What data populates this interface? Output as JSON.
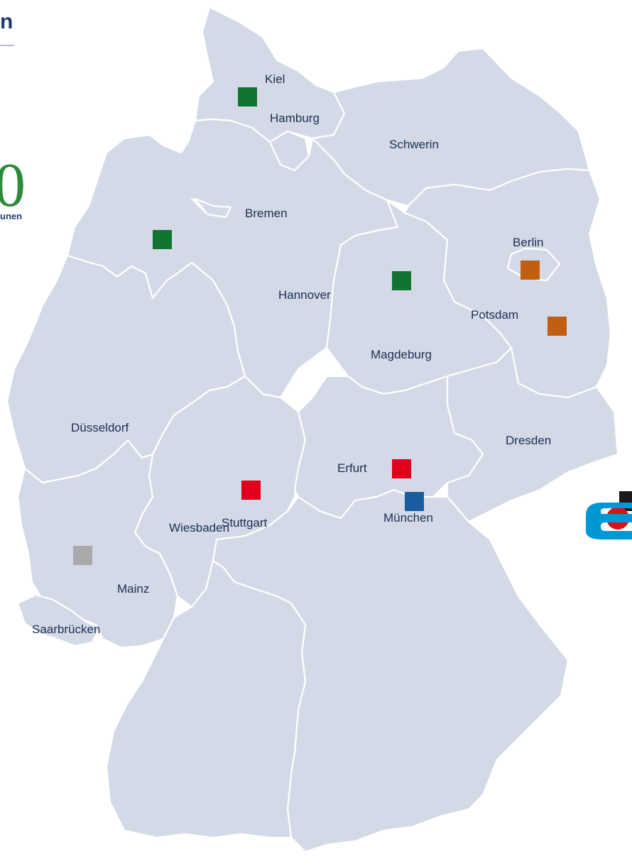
{
  "heading_fragment": "n",
  "logo_left": {
    "number_fragment": "0",
    "text_fragment": "unen"
  },
  "colors": {
    "land": "#d3d9e6",
    "border": "#ffffff",
    "label": "#1c2f52",
    "marker_green": "#127433",
    "marker_orange": "#c15e12",
    "marker_red": "#e0001b",
    "marker_grey": "#a9a9a9",
    "marker_blue": "#1b5c9e",
    "logo_red": "#d8121b",
    "logo_blue": "#0098d4"
  },
  "cities": [
    {
      "name": "Kiel",
      "color": null
    },
    {
      "name": "Hamburg",
      "color": "green"
    },
    {
      "name": "Schwerin",
      "color": null
    },
    {
      "name": "Bremen",
      "color": null
    },
    {
      "name": "Hannover",
      "color": "green"
    },
    {
      "name": "Berlin",
      "color": "orange"
    },
    {
      "name": "Potsdam",
      "color": "orange"
    },
    {
      "name": "Magdeburg",
      "color": "green"
    },
    {
      "name": "Düsseldorf",
      "color": null
    },
    {
      "name": "Dresden",
      "color": null
    },
    {
      "name": "Erfurt",
      "color": "red"
    },
    {
      "name": "Wiesbaden",
      "color": "red"
    },
    {
      "name": "Mainz",
      "color": "grey"
    },
    {
      "name": "Saarbrücken",
      "color": null
    },
    {
      "name": "Stuttgart",
      "color": null
    },
    {
      "name": "München",
      "color": "blue"
    }
  ]
}
